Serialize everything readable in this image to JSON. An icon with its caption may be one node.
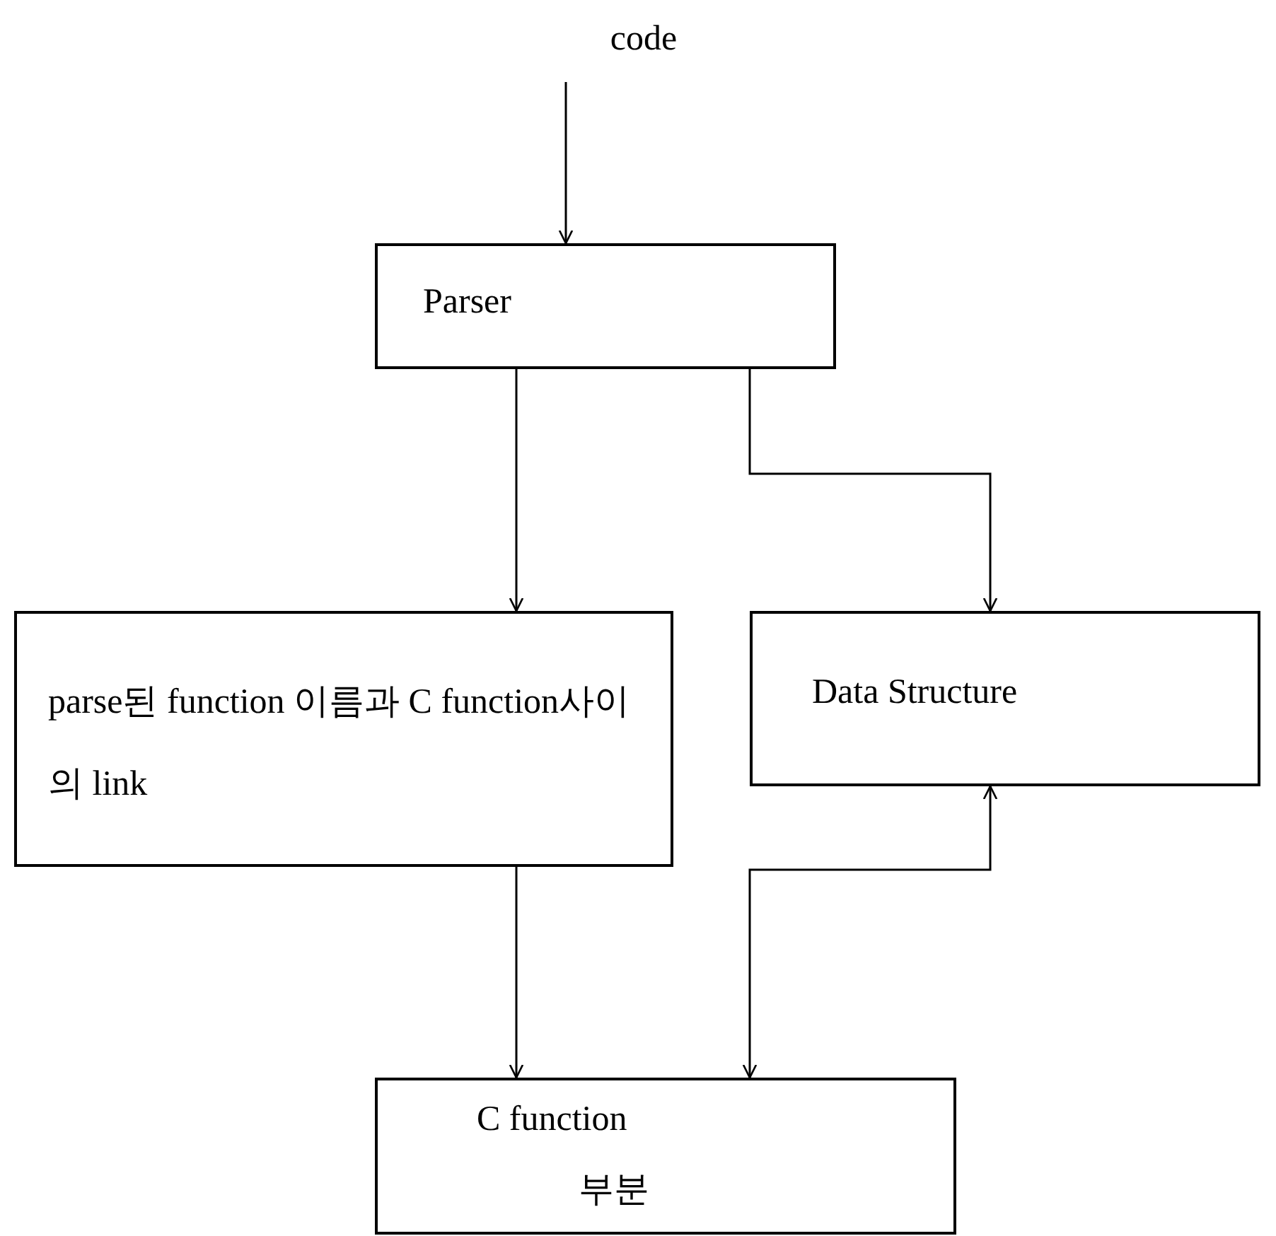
{
  "diagram": {
    "nodes": [
      {
        "text": [
          "code"
        ]
      },
      {
        "text": [
          "Parser"
        ]
      },
      {
        "text": [
          "parse된 function 이름과 C function사이의 link"
        ]
      },
      {
        "text": [
          "Data Structure"
        ]
      },
      {
        "text": [
          "C function",
          "부분"
        ]
      }
    ],
    "edges": [
      {
        "from": 0,
        "to": 1,
        "arrow": "to"
      },
      {
        "from": 1,
        "to": 2,
        "arrow": "to"
      },
      {
        "from": 1,
        "to": 3,
        "arrow": "to"
      },
      {
        "from": 2,
        "to": 4,
        "arrow": "to"
      },
      {
        "from": 3,
        "to": 4,
        "arrow": "both"
      }
    ]
  }
}
